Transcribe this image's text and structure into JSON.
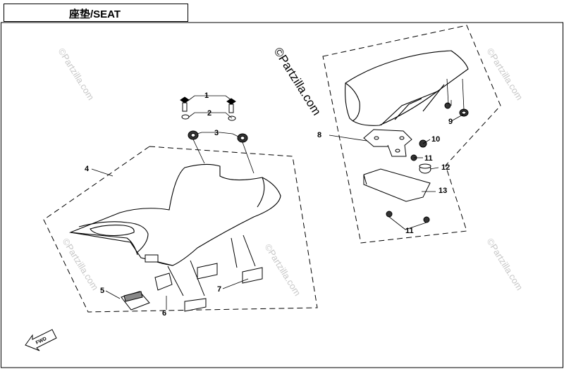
{
  "title": "座垫/SEAT",
  "watermark": "©Partzilla.com",
  "fwd_label": "FWD",
  "callouts": [
    {
      "n": "1"
    },
    {
      "n": "2"
    },
    {
      "n": "3"
    },
    {
      "n": "4"
    },
    {
      "n": "5"
    },
    {
      "n": "6"
    },
    {
      "n": "7"
    },
    {
      "n": "8"
    },
    {
      "n": "9"
    },
    {
      "n": "10"
    },
    {
      "n": "11"
    },
    {
      "n": "11"
    },
    {
      "n": "12"
    },
    {
      "n": "13"
    }
  ],
  "colors": {
    "line": "#000000",
    "watermark": "#c8c8c8",
    "background": "#ffffff"
  }
}
